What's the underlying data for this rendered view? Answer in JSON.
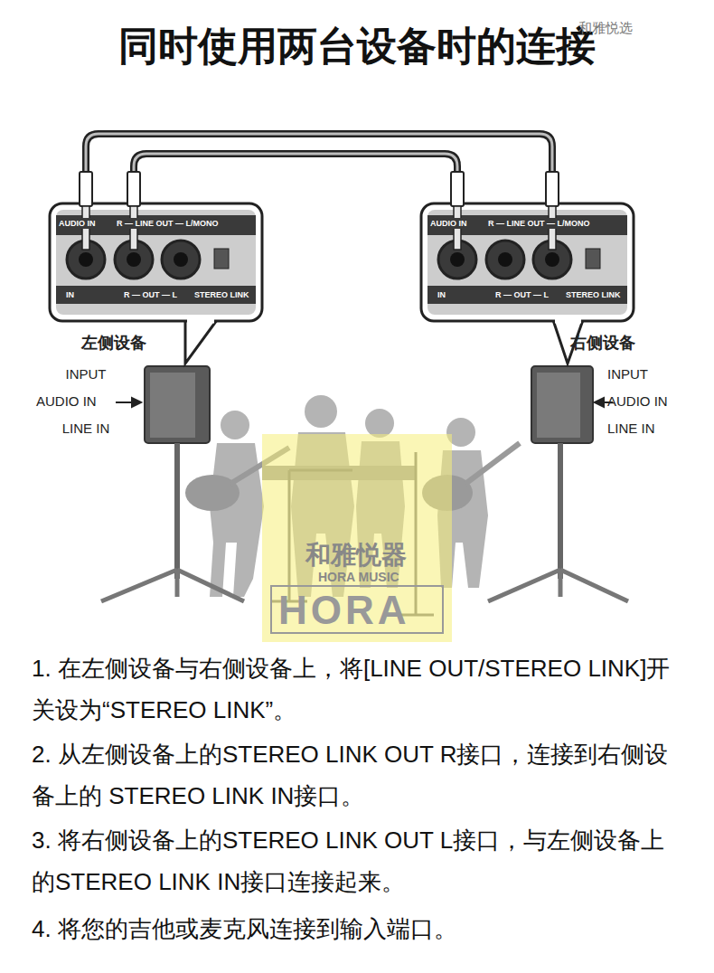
{
  "diagram": {
    "title": "同时使用两台设备时的连接",
    "nodes": [
      {
        "text": [
          "AUDIO IN",
          "R — LINE OUT — L/MONO",
          "IN",
          "R — OUT — L",
          "STEREO LINK",
          "左侧设备"
        ]
      },
      {
        "text": [
          "AUDIO IN",
          "R — LINE OUT — L/MONO",
          "IN",
          "R — OUT — L",
          "STEREO LINK",
          "右侧设备"
        ]
      }
    ],
    "edges": [
      {
        "from": 0,
        "to": 1,
        "arrow": "none"
      },
      {
        "from": 0,
        "to": 1,
        "arrow": "none"
      }
    ],
    "labels": [
      "和雅悦选",
      "INPUT",
      "AUDIO IN",
      "LINE IN",
      "INPUT",
      "AUDIO IN",
      "LINE IN",
      "和雅悦器",
      "HORA MUSIC",
      "HORA",
      "1. 在左侧设备与右侧设备上，将[LINE OUT/STEREO LINK]开关设为“STEREO LINK”。",
      "2. 从左侧设备上的STEREO LINK OUT R接口，连接到右侧设备上的 STEREO LINK IN接口。",
      "3. 将右侧设备上的STEREO LINK OUT L接口，与左侧设备上的STEREO LINK IN接口连接起来。",
      "4. 将您的吉他或麦克风连接到输入端口。"
    ]
  }
}
